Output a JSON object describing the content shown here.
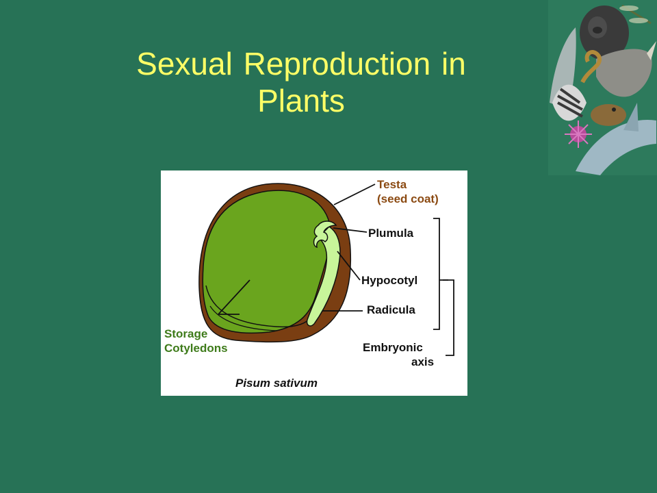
{
  "slide": {
    "title_line1": "Sexual Reproduction in",
    "title_line2": "Plants"
  },
  "colors": {
    "background": "#277256",
    "title": "#FFFF66",
    "seed_coat": "#7A3E12",
    "cotyledon": "#6AA51E",
    "embryo": "#C8F59A",
    "label_brown": "#8B4A12",
    "label_green": "#3E7B1A"
  },
  "diagram": {
    "labels": {
      "testa": "Testa",
      "seed_coat": "(seed coat)",
      "plumula": "Plumula",
      "hypocotyl": "Hypocotyl",
      "radicula": "Radicula",
      "embryonic": "Embryonic",
      "axis": "axis",
      "storage": "Storage",
      "cotyledons": "Cotyledons",
      "species": "Pisum sativum"
    }
  },
  "decor": {
    "collage_icon": "animal-collage-icon"
  }
}
